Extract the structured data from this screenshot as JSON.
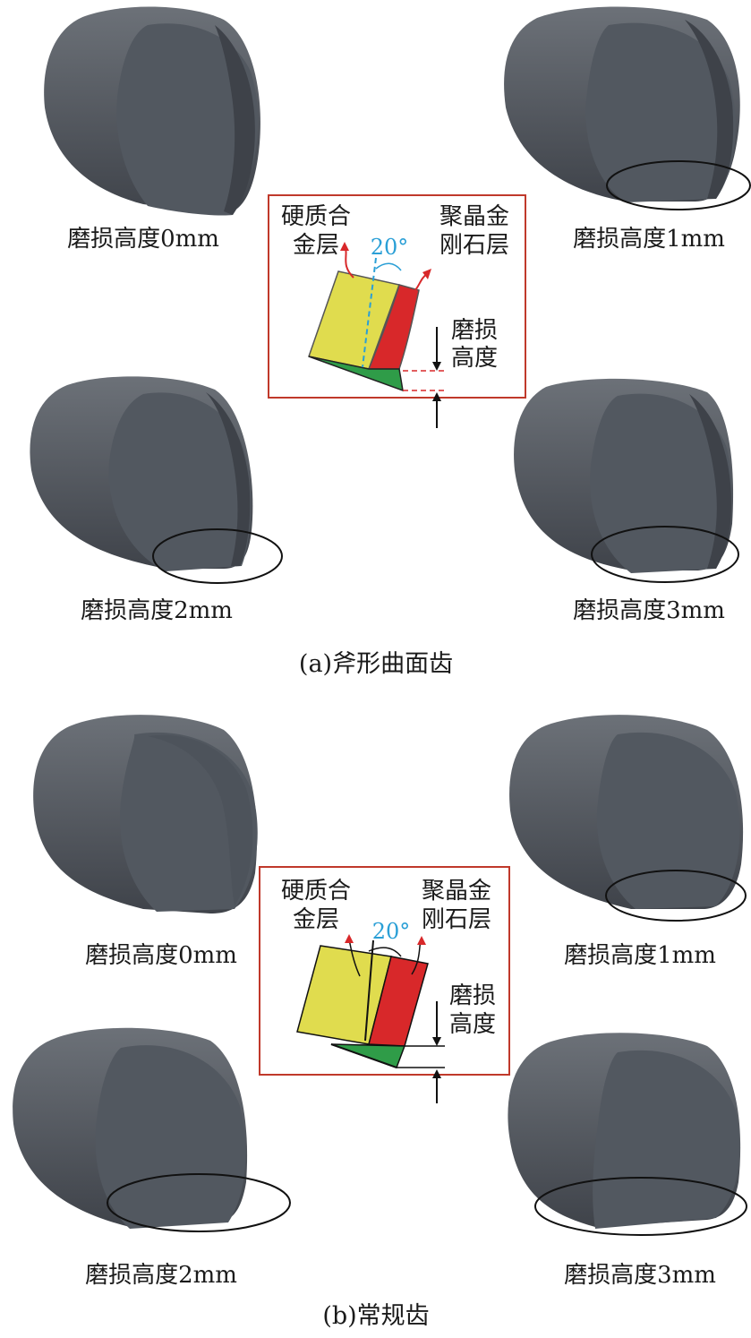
{
  "section_a": {
    "caption": "(a)斧形曲面齿",
    "cutters": [
      {
        "label": "磨损高度0mm",
        "wear_mm": 0
      },
      {
        "label": "磨损高度1mm",
        "wear_mm": 1
      },
      {
        "label": "磨损高度2mm",
        "wear_mm": 2
      },
      {
        "label": "磨损高度3mm",
        "wear_mm": 3
      }
    ],
    "inset": {
      "carbide_line1": "硬质合",
      "carbide_line2": "金层",
      "pdc_line1": "聚晶金",
      "pdc_line2": "刚石层",
      "angle": "20°",
      "wear_line1": "磨损",
      "wear_line2": "高度"
    }
  },
  "section_b": {
    "caption": "(b)常规齿",
    "cutters": [
      {
        "label": "磨损高度0mm",
        "wear_mm": 0
      },
      {
        "label": "磨损高度1mm",
        "wear_mm": 1
      },
      {
        "label": "磨损高度2mm",
        "wear_mm": 2
      },
      {
        "label": "磨损高度3mm",
        "wear_mm": 3
      }
    ],
    "inset": {
      "carbide_line1": "硬质合",
      "carbide_line2": "金层",
      "pdc_line1": "聚晶金",
      "pdc_line2": "刚石层",
      "angle": "20°",
      "wear_line1": "磨损",
      "wear_line2": "高度"
    }
  },
  "colors": {
    "cutter_body": "#4a4f57",
    "cutter_face": "#555b63",
    "carbide": "#e0dc4e",
    "pdc": "#d8282a",
    "wear": "#2f9c48",
    "inset_border": "#c0392b",
    "angle_text": "#2a9fd6"
  }
}
